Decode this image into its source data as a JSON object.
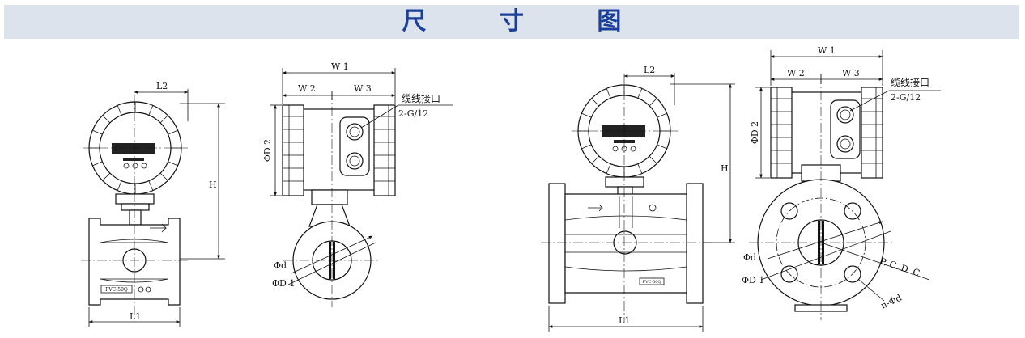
{
  "title": "尺 寸 图",
  "colors": {
    "title_text": "#1a3f9b",
    "title_bar": "#dde3ec",
    "line": "#111111"
  },
  "drawings": {
    "small_front": {
      "dim_L2": "L2",
      "dim_H": "H",
      "dim_L1": "L1",
      "plate": "FVC-50Q"
    },
    "small_side": {
      "dim_W1": "W 1",
      "dim_W2": "W 2",
      "dim_W3": "W 3",
      "dim_D2": "ΦD 2",
      "dim_d": "Φd",
      "dim_D1": "ΦD 1",
      "cable_label": "缆线接口",
      "cable_spec": "2-G/12"
    },
    "large_front": {
      "dim_L2": "L2",
      "dim_H": "H",
      "dim_L1": "L1",
      "plate": "FVC-50Q"
    },
    "large_side": {
      "dim_W1": "W 1",
      "dim_W2": "W 2",
      "dim_W3": "W 3",
      "dim_D2": "ΦD 2",
      "dim_d": "Φd",
      "dim_D1": "ΦD 1",
      "dim_pcd": "P. C. D. C",
      "dim_nd": "n-Φd",
      "cable_label": "缆线接口",
      "cable_spec": "2-G/12"
    }
  }
}
